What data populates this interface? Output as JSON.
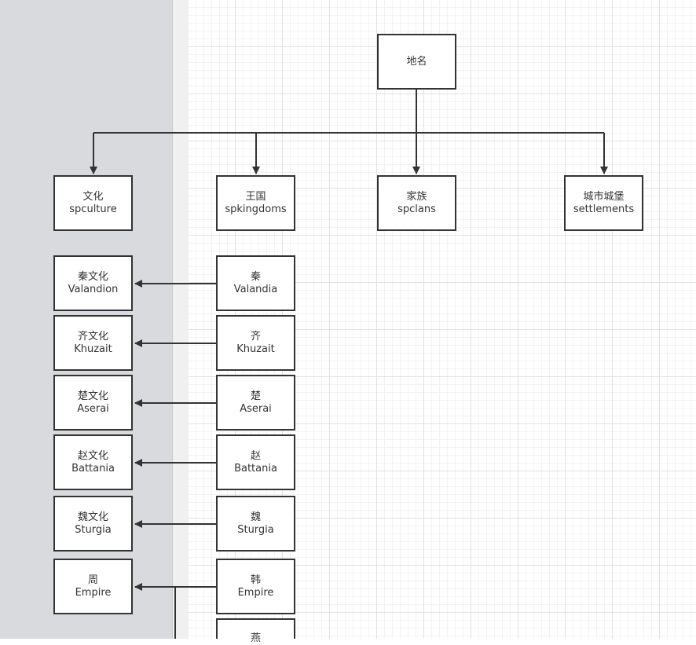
{
  "diagram": {
    "root": {
      "cn": "地名",
      "en": ""
    },
    "categories": [
      {
        "cn": "文化",
        "en": "spculture"
      },
      {
        "cn": "王国",
        "en": "spkingdoms"
      },
      {
        "cn": "家族",
        "en": "spclans"
      },
      {
        "cn": "城市城堡",
        "en": "settlements"
      }
    ],
    "cultures": [
      {
        "cn": "秦文化",
        "en": "Valandion"
      },
      {
        "cn": "齐文化",
        "en": "Khuzait"
      },
      {
        "cn": "楚文化",
        "en": "Aserai"
      },
      {
        "cn": "赵文化",
        "en": "Battania"
      },
      {
        "cn": "魏文化",
        "en": "Sturgia"
      },
      {
        "cn": "周",
        "en": "Empire"
      }
    ],
    "kingdoms": [
      {
        "cn": "秦",
        "en": "Valandia"
      },
      {
        "cn": "齐",
        "en": "Khuzait"
      },
      {
        "cn": "楚",
        "en": "Aserai"
      },
      {
        "cn": "赵",
        "en": "Battania"
      },
      {
        "cn": "魏",
        "en": "Sturgia"
      },
      {
        "cn": "韩",
        "en": "Empire"
      },
      {
        "cn": "燕",
        "en": ""
      }
    ]
  },
  "colors": {
    "line": "#333333",
    "node_border": "#333333",
    "left_panel": "#d9dadd",
    "grid": "#e2e2e2"
  }
}
